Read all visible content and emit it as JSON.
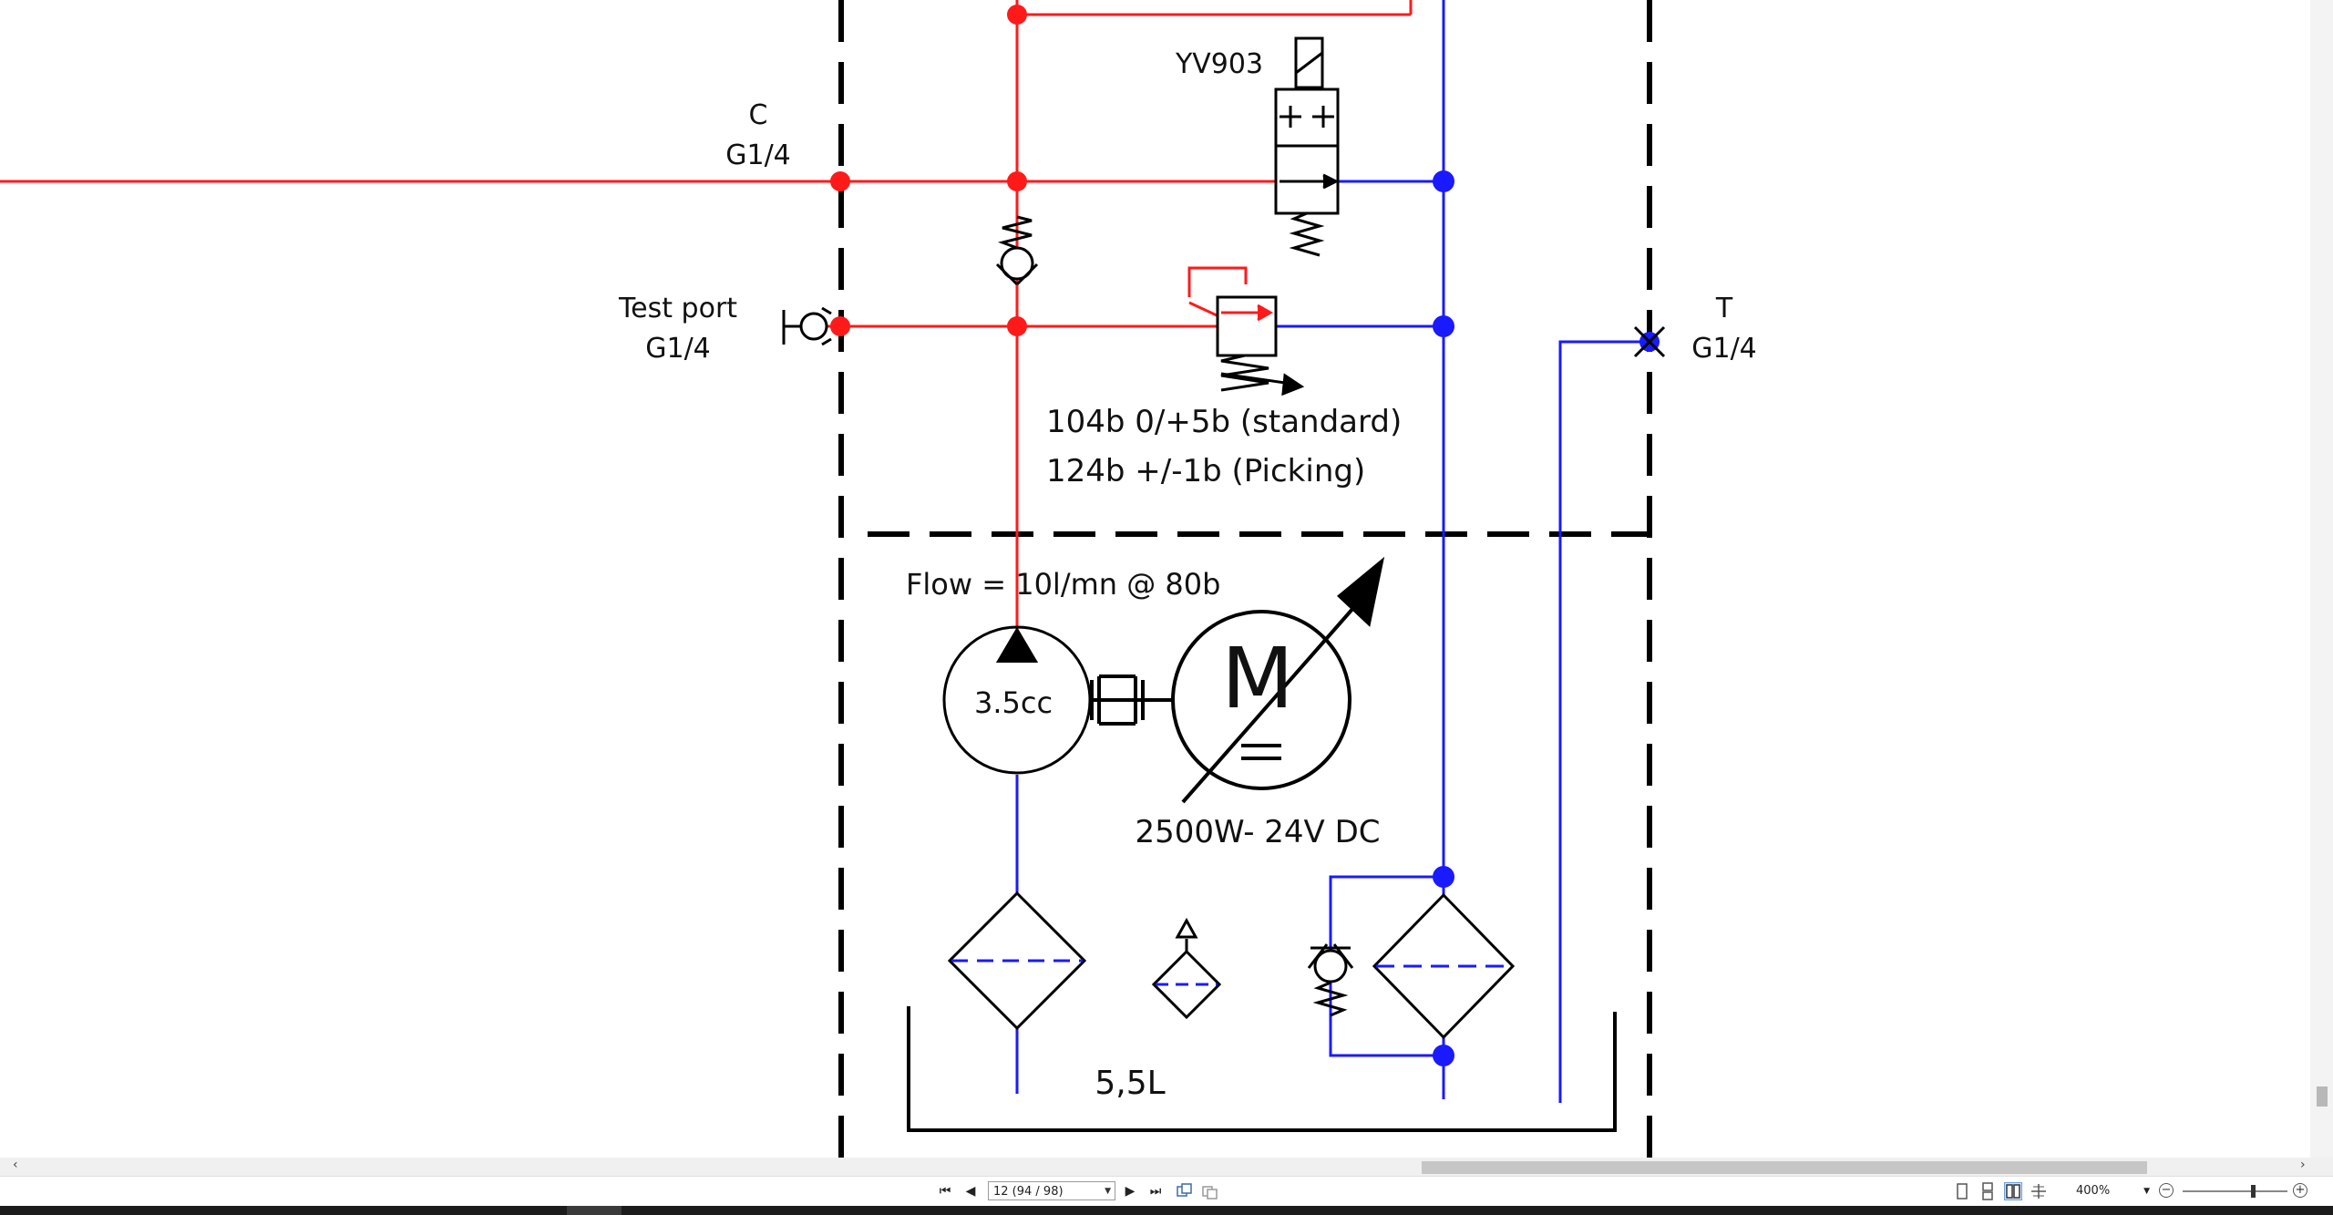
{
  "diagram": {
    "port_c": {
      "name": "C",
      "thread": "G1/4"
    },
    "valve": {
      "name": "YV903"
    },
    "test_port": {
      "name": "Test port",
      "thread": "G1/4"
    },
    "port_t": {
      "name": "T",
      "thread": "G1/4"
    },
    "relief_settings": [
      "104b 0/+5b (standard)",
      "124b +/-1b (Picking)"
    ],
    "flow": "Flow = 10l/mn @ 80b",
    "pump": "3.5cc",
    "motor_symbol": "M",
    "motor_spec": "2500W- 24V DC",
    "tank_volume": "5,5L",
    "colors": {
      "pressure_line": "#ff1a1a",
      "return_line": "#1a1aff",
      "outline": "#000000"
    }
  },
  "statusbar": {
    "page_indicator": "12 (94 / 98)",
    "zoom": "400%",
    "icons": [
      "first-page-icon",
      "previous-page-icon",
      "next-page-icon",
      "last-page-icon",
      "copy-page-icon",
      "paste-page-icon",
      "single-page-view-icon",
      "continuous-view-icon",
      "two-page-view-icon",
      "split-view-icon",
      "zoom-out-icon",
      "zoom-in-icon"
    ]
  }
}
